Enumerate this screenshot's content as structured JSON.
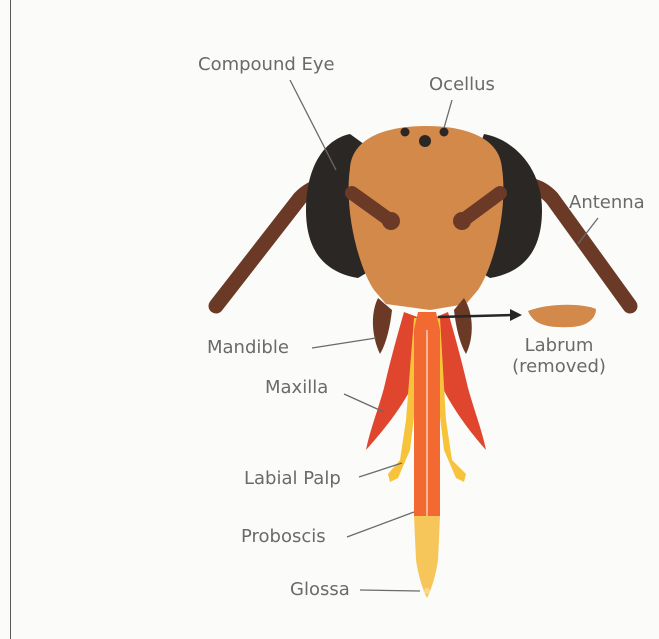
{
  "labels": {
    "compound_eye": "Compound Eye",
    "ocellus": "Ocellus",
    "antenna": "Antenna",
    "mandible": "Mandible",
    "labrum": "Labrum",
    "labrum_note": "(removed)",
    "maxilla": "Maxilla",
    "labial_palp": "Labial Palp",
    "proboscis": "Proboscis",
    "glossa": "Glossa"
  },
  "colors": {
    "head": "#d3894a",
    "eye": "#2b2725",
    "antenna": "#6b3a26",
    "mandible": "#6b3a26",
    "ocellus": "#2b2725",
    "labrum": "#d3894a",
    "maxilla": "#e0452e",
    "labial_palp": "#f7c33a",
    "proboscis": "#f26a32",
    "glossa": "#f7c65a",
    "leader_line": "#6a6a6a",
    "label_text": "#6a6a6a"
  }
}
